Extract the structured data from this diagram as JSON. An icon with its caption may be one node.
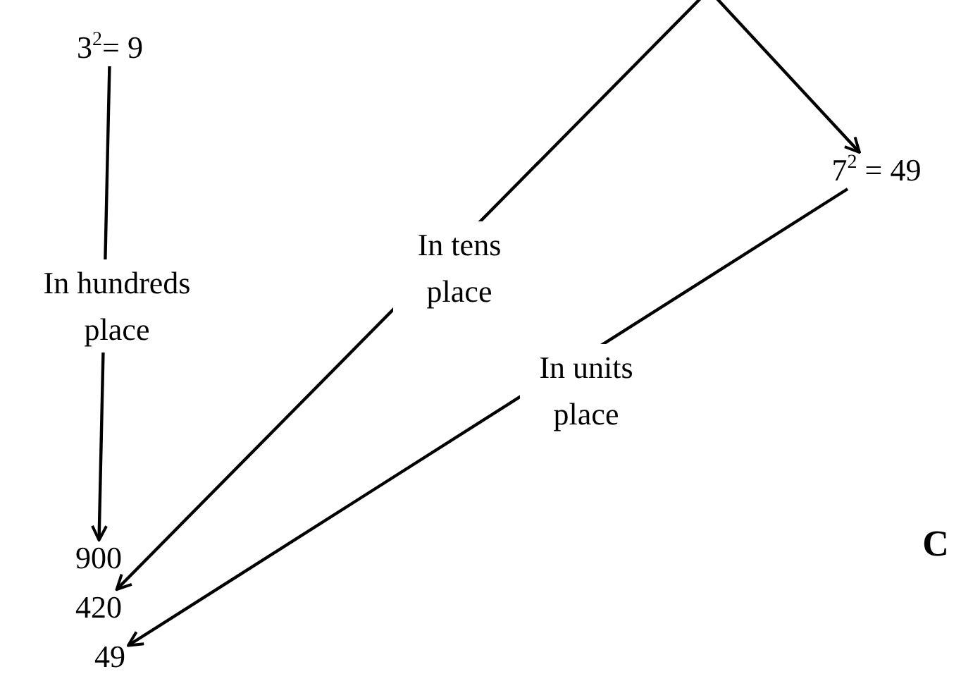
{
  "diagram": {
    "nodes": [
      {
        "text": [
          "3$^{2}$= 9"
        ]
      },
      {
        "text": [
          "7$^{2}$ = 49"
        ]
      },
      {
        "text": [
          "900"
        ]
      },
      {
        "text": [
          "420"
        ]
      },
      {
        "text": [
          "49"
        ]
      }
    ],
    "edges": [
      {
        "from": 0,
        "to": 2,
        "arrow": "to",
        "label": "In hundreds place"
      },
      {
        "from": null,
        "to": 1,
        "arrow": "to"
      },
      {
        "from": null,
        "to": 3,
        "arrow": "to",
        "label": "In tens place"
      },
      {
        "from": 1,
        "to": 4,
        "arrow": "to",
        "label": "In units place"
      }
    ],
    "labels": [
      "C"
    ]
  }
}
